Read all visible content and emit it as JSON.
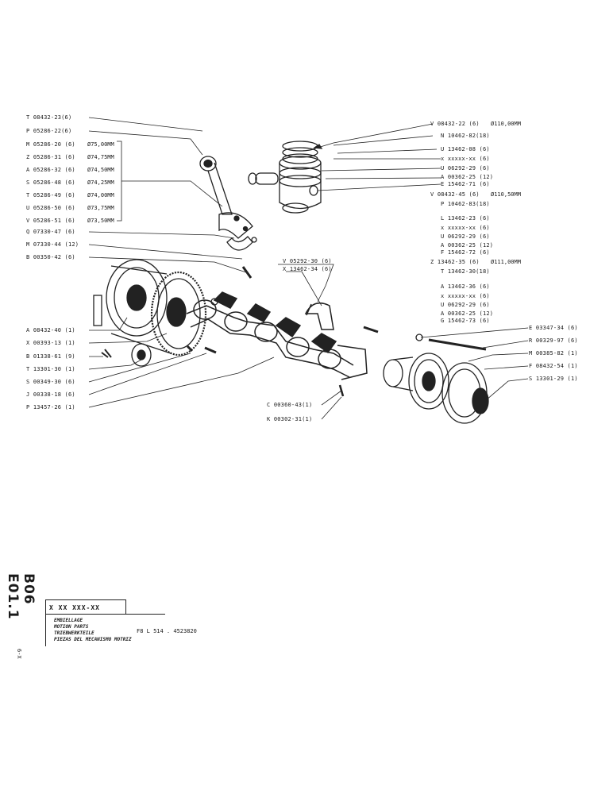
{
  "labels_left": [
    {
      "id": "t08432",
      "text": "T 08432-23(6)"
    },
    {
      "id": "p05286",
      "text": "P 05286-22(6)"
    },
    {
      "id": "m05286",
      "text": "M 05286-20 (6)",
      "dia": "Ø75,00MM"
    },
    {
      "id": "z05286",
      "text": "Z 05286-31 (6)",
      "dia": "Ø74,75MM"
    },
    {
      "id": "a05286",
      "text": "A 05286-32 (6)",
      "dia": "Ø74,50MM"
    },
    {
      "id": "s05286",
      "text": "S 05286-48 (6)",
      "dia": "Ø74,25MM"
    },
    {
      "id": "t05286",
      "text": "T 05286-49 (6)",
      "dia": "Ø74,00MM"
    },
    {
      "id": "u05286",
      "text": "U 05286-50 (6)",
      "dia": "Ø73,75MM"
    },
    {
      "id": "v05286",
      "text": "V 05286-51 (6)",
      "dia": "Ø73,50MM"
    },
    {
      "id": "q07330",
      "text": "Q 07330-47 (6)"
    },
    {
      "id": "m07330",
      "text": "M 07330-44 (12)"
    },
    {
      "id": "b00350",
      "text": "B 00350-42 (6)"
    },
    {
      "id": "a08432",
      "text": "A 08432-40 (1)"
    },
    {
      "id": "x00393",
      "text": "X 00393-13 (1)"
    },
    {
      "id": "b01338",
      "text": "B 01338-61 (9)"
    },
    {
      "id": "t13301",
      "text": "T 13301-30 (1)"
    },
    {
      "id": "s00349",
      "text": "S 00349-30 (6)"
    },
    {
      "id": "j00338",
      "text": "J 00338-18 (6)"
    },
    {
      "id": "p13457",
      "text": "P 13457-26 (1)"
    }
  ],
  "labels_right": [
    {
      "id": "v08432a",
      "text": "V 08432-22 (6)",
      "dia": "Ø110,00MM"
    },
    {
      "id": "n10462",
      "text": "N 10462-82(18)"
    },
    {
      "id": "u13462a",
      "text": "U 13462-08 (6)"
    },
    {
      "id": "xxa",
      "text": "x xxxxx-xx (6)"
    },
    {
      "id": "u06292a",
      "text": "U 06292-29 (6)"
    },
    {
      "id": "a00362a",
      "text": "A 00362-25 (12)"
    },
    {
      "id": "e15462",
      "text": "E 15462-71 (6)"
    },
    {
      "id": "v08432b",
      "text": "V 08432-45 (6)",
      "dia": "Ø110,50MM"
    },
    {
      "id": "p10462",
      "text": "P 10462-83(18)"
    },
    {
      "id": "l13462",
      "text": "L 13462-23 (6)"
    },
    {
      "id": "xxb",
      "text": "x xxxxx-xx (6)"
    },
    {
      "id": "u06292b",
      "text": "U 06292-29 (6)"
    },
    {
      "id": "a00362b",
      "text": "A 00362-25 (12)"
    },
    {
      "id": "f15462",
      "text": "F 15462-72 (6)"
    },
    {
      "id": "z13462",
      "text": "Z 13462-35 (6)",
      "dia": "Ø111,00MM"
    },
    {
      "id": "t13462",
      "text": "T 13462-30(18)"
    },
    {
      "id": "a13462",
      "text": "A 13462-36 (6)"
    },
    {
      "id": "xxc",
      "text": "x xxxxx-xx (6)"
    },
    {
      "id": "u06292c",
      "text": "U 06292-29 (6)"
    },
    {
      "id": "a00362c",
      "text": "A 00362-25 (12)"
    },
    {
      "id": "g15462",
      "text": "G 15462-73 (6)"
    }
  ],
  "labels_mid": [
    {
      "id": "v05292",
      "text": "V 05292-30 (6)"
    },
    {
      "id": "x13462",
      "text": "X 13462-34 (6)"
    },
    {
      "id": "c00360",
      "text": "C 00360-43(1)"
    },
    {
      "id": "k00302",
      "text": "K 00302-31(1)"
    }
  ],
  "labels_pulley": [
    {
      "id": "e03347",
      "text": "E 03347-34 (6)"
    },
    {
      "id": "r00329",
      "text": "R 00329-97 (6)"
    },
    {
      "id": "m00385",
      "text": "M 00385-82 (1)"
    },
    {
      "id": "f08432",
      "text": "F 08432-54 (1)"
    },
    {
      "id": "s13301",
      "text": "S 13301-29 (1)"
    }
  ],
  "title_block": {
    "side_code": "B06 E01.1",
    "side_sub": "6-X",
    "stars": "X XX XXX-XX",
    "line1": "EMBIELLAGE",
    "line2": "MOTION PARTS",
    "line3": "TRIEBWERKTEILE",
    "line4": "PIEZAS DEL MECANISMO MOTRIZ",
    "ref": "F8 L 514 . 4523820"
  }
}
